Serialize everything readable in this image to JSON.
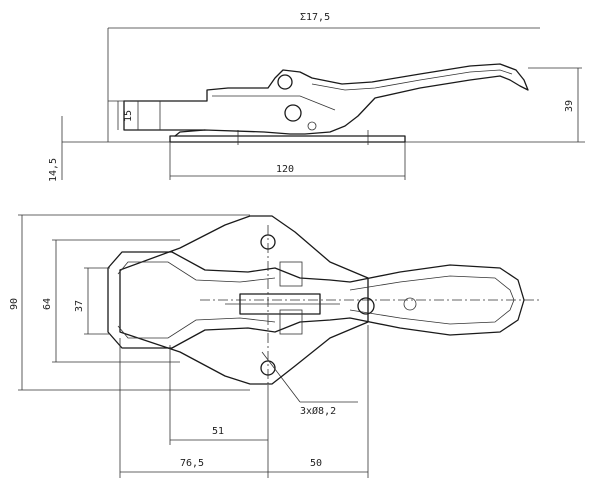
{
  "drawing": {
    "side_view": {
      "dim_total_length": "Σ17,5",
      "dim_base_height": "15",
      "dim_overall_height": "39",
      "dim_plate_thickness": "14,5",
      "dim_plate_length": "120"
    },
    "top_view": {
      "dim_width": "90",
      "dim_inner_width": "64",
      "dim_slot_width": "37",
      "dim_hole_label": "3xØ8,2",
      "dim_offset_a": "51",
      "dim_offset_b": "76,5",
      "dim_offset_c": "50"
    }
  }
}
